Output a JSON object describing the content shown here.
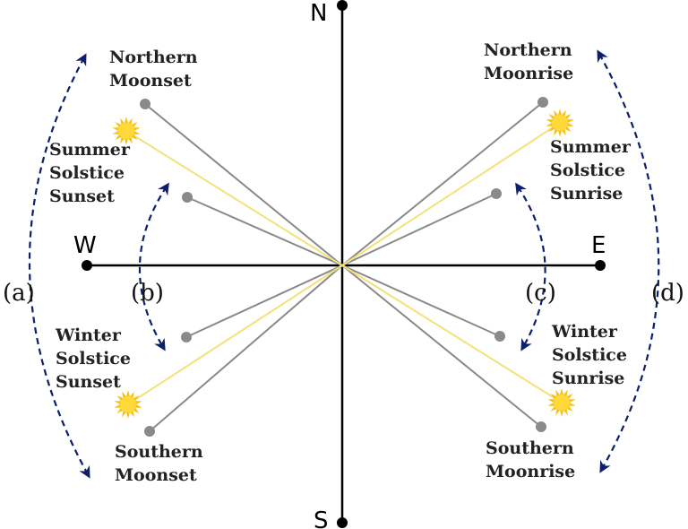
{
  "colors": {
    "axis": "#000000",
    "moon_line": "#8a8a8a",
    "sun_line": "#f2e27a",
    "arrow": "#0d1f6b",
    "sun": "#f6c21a",
    "label": "#222222"
  },
  "compass": {
    "north": "N",
    "south": "S",
    "east": "E",
    "west": "W"
  },
  "labels": {
    "northern_moonset": [
      "Northern",
      "Moonset"
    ],
    "summer_solstice_sunset": [
      "Summer",
      "Solstice",
      "Sunset"
    ],
    "winter_solstice_sunset": [
      "Winter",
      "Solstice",
      "Sunset"
    ],
    "southern_moonset": [
      "Southern",
      "Moonset"
    ],
    "northern_moonrise": [
      "Northern",
      "Moonrise"
    ],
    "summer_solstice_sunrise": [
      "Summer",
      "Solstice",
      "Sunrise"
    ],
    "winter_solstice_sunrise": [
      "Winter",
      "Solstice",
      "Sunrise"
    ],
    "southern_moonrise": [
      "Southern",
      "Moonrise"
    ]
  },
  "arcs": {
    "a": "(a)",
    "b": "(b)",
    "c": "(c)",
    "d": "(d)"
  },
  "icons": {
    "sun": "sun-icon",
    "moon_point": "moon-point-icon",
    "arrowhead": "arrowhead-icon"
  }
}
